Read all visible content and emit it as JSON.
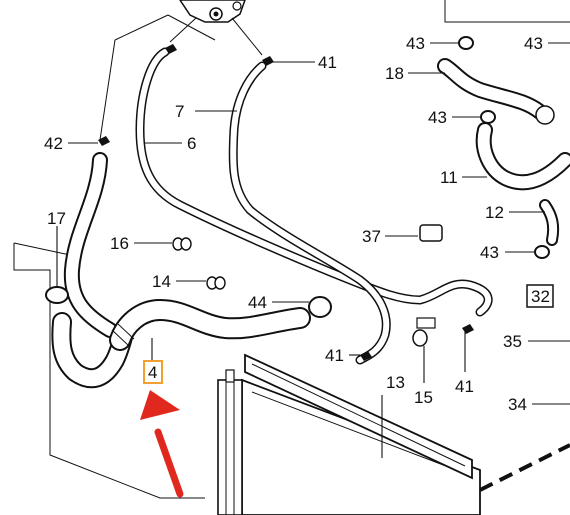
{
  "callouts": {
    "c4": "4",
    "c6": "6",
    "c7": "7",
    "c11": "11",
    "c12": "12",
    "c13": "13",
    "c14": "14",
    "c15": "15",
    "c16": "16",
    "c17": "17",
    "c18": "18",
    "c32": "32",
    "c34": "34",
    "c35": "35",
    "c37": "37",
    "c41a": "41",
    "c41b": "41",
    "c41c": "41",
    "c42": "42",
    "c43a": "43",
    "c43b": "43",
    "c43c": "43",
    "c43d": "43",
    "c44": "44"
  },
  "colors": {
    "line": "#111111",
    "highlight_box": "#f0a030",
    "arrow": "#e0281e"
  }
}
